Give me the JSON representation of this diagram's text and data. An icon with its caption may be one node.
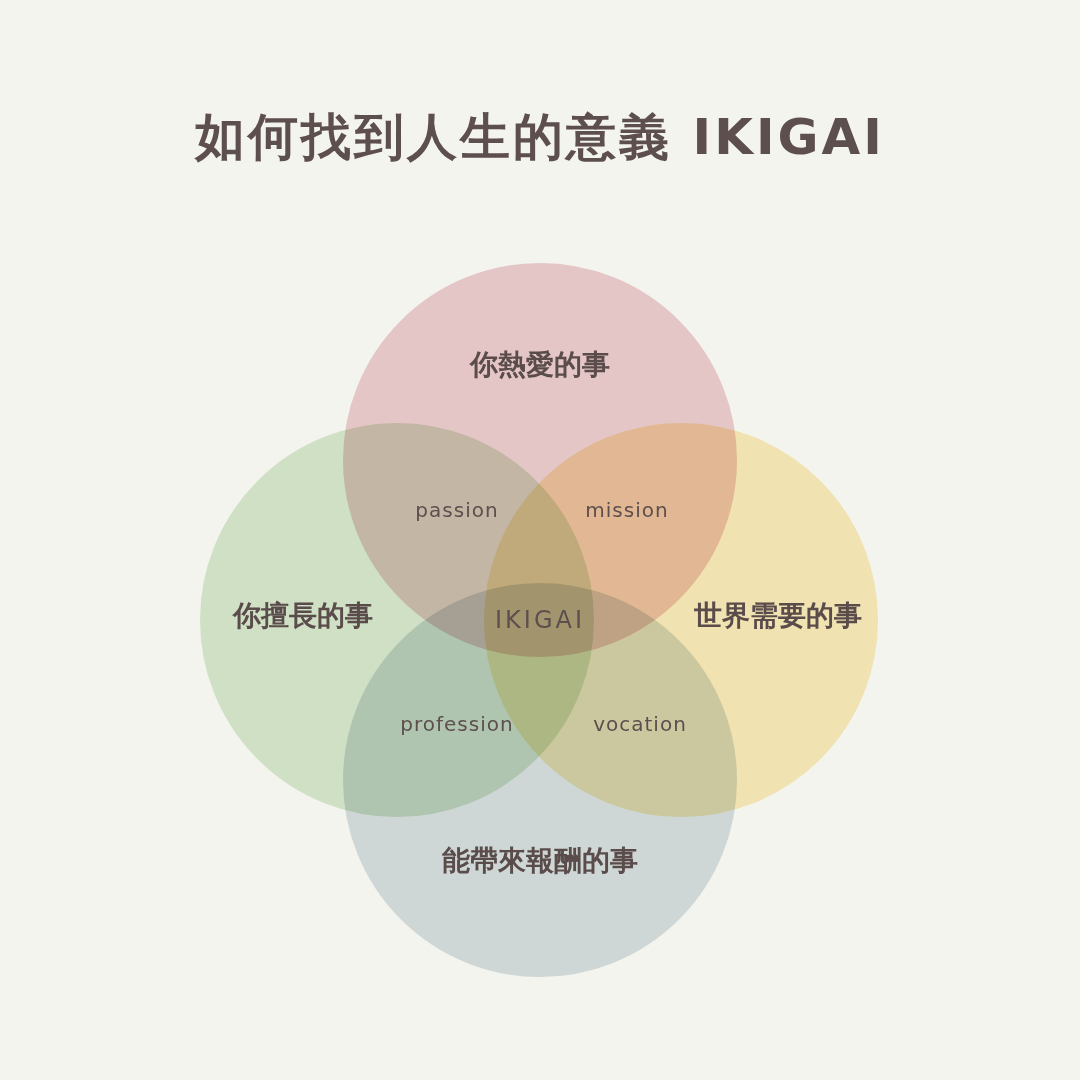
{
  "diagram": {
    "title": "如何找到人生的意義 IKIGAI",
    "nodes": [
      {
        "text": [
          "你熱愛的事"
        ]
      },
      {
        "text": [
          "你擅長的事"
        ]
      },
      {
        "text": [
          "世界需要的事"
        ]
      },
      {
        "text": [
          "能帶來報酬的事"
        ]
      }
    ],
    "labels": [
      "passion",
      "mission",
      "IKIGAI",
      "profession",
      "vocation"
    ]
  }
}
